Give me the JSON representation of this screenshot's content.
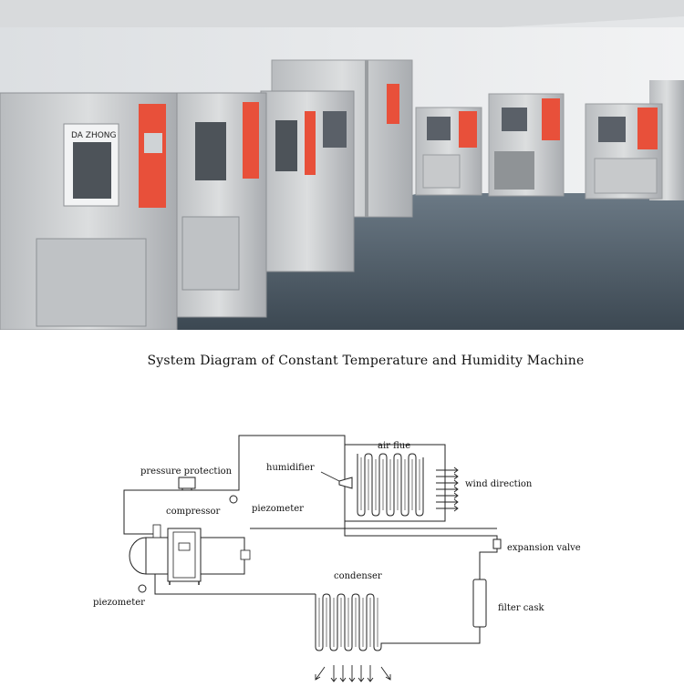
{
  "photo": {
    "brand_text": "DA ZHONG",
    "wall_color": "#ebedef",
    "floor_color": "#4b5965",
    "panel_color": "#e8503a"
  },
  "diagram": {
    "title": "System Diagram of Constant Temperature and Humidity Machine",
    "labels": {
      "air_flue": "air flue",
      "humidifier": "humidifier",
      "wind_direction": "wind direction",
      "pressure_protection": "pressure protection",
      "compressor": "compressor",
      "piezometer_top": "piezometer",
      "expansion_valve": "expansion valve",
      "condenser": "condenser",
      "filter_cask": "filter cask",
      "piezometer_bottom": "piezometer"
    }
  }
}
